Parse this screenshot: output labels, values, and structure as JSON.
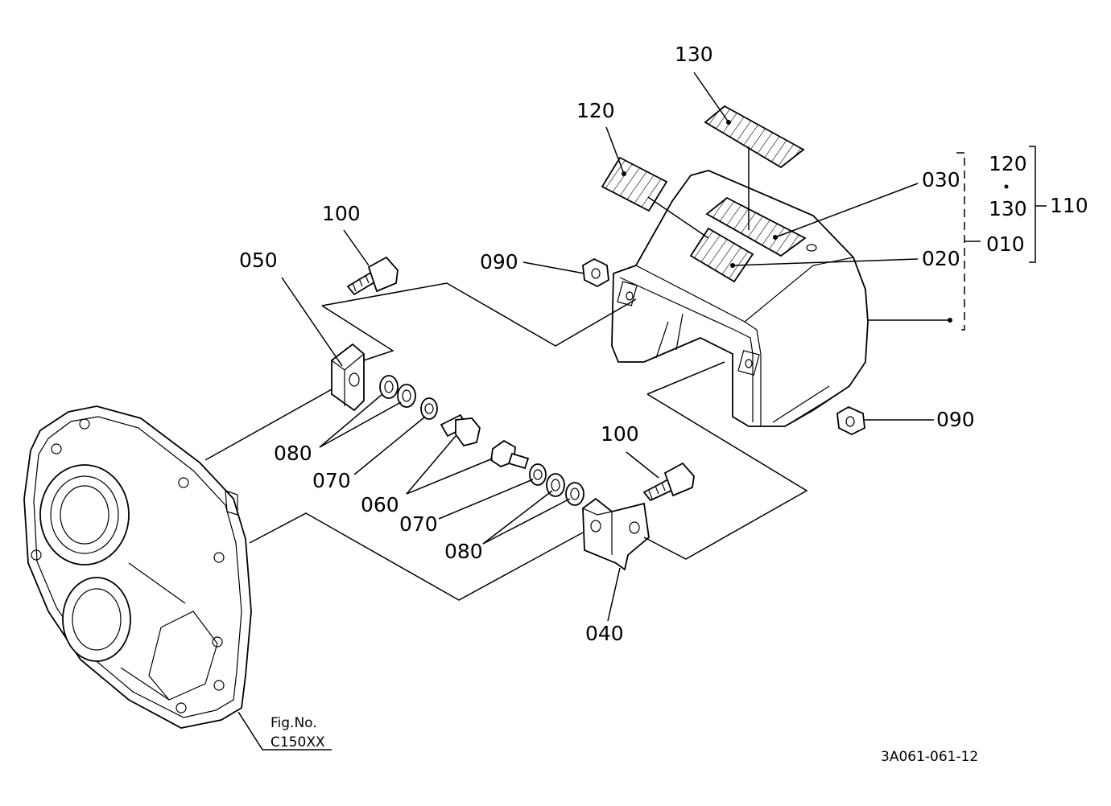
{
  "labels": {
    "p130_top": "130",
    "p120_top": "120",
    "p030": "030",
    "p020": "020",
    "p010": "010",
    "p110": "110",
    "p120_group": "120",
    "p130_group": "130",
    "p100_top": "100",
    "p050": "050",
    "p090_top": "090",
    "p090_right": "090",
    "p080_left": "080",
    "p070_left": "070",
    "p060": "060",
    "p070_mid": "070",
    "p080_mid": "080",
    "p100_mid": "100",
    "p040": "040"
  },
  "figure": {
    "fig_no_label": "Fig.No.",
    "fig_no_value": "C150XX",
    "drawing_code": "3A061-061-12"
  }
}
